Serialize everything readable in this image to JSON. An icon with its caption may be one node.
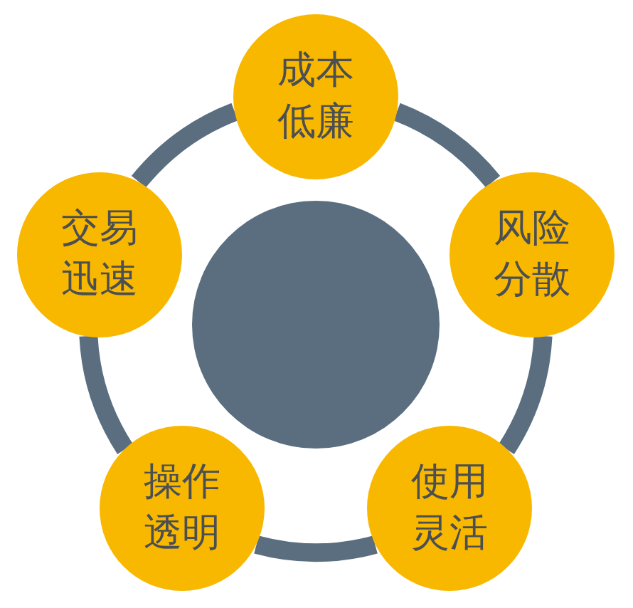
{
  "diagram": {
    "nodes": [
      {
        "text": [
          "成本低廉"
        ]
      },
      {
        "text": [
          "交易迅速"
        ]
      },
      {
        "text": [
          "风险分散"
        ]
      },
      {
        "text": [
          "操作透明"
        ]
      },
      {
        "text": [
          "使用灵活"
        ]
      },
      {
        "text": [],
        "shape": "circle"
      }
    ],
    "edges": [
      {
        "from": 0,
        "to": 2,
        "arrow": "none"
      },
      {
        "from": 2,
        "to": 4,
        "arrow": "none"
      },
      {
        "from": 4,
        "to": 3,
        "arrow": "none"
      },
      {
        "from": 3,
        "to": 1,
        "arrow": "none"
      },
      {
        "from": 1,
        "to": 0,
        "arrow": "none"
      }
    ]
  }
}
